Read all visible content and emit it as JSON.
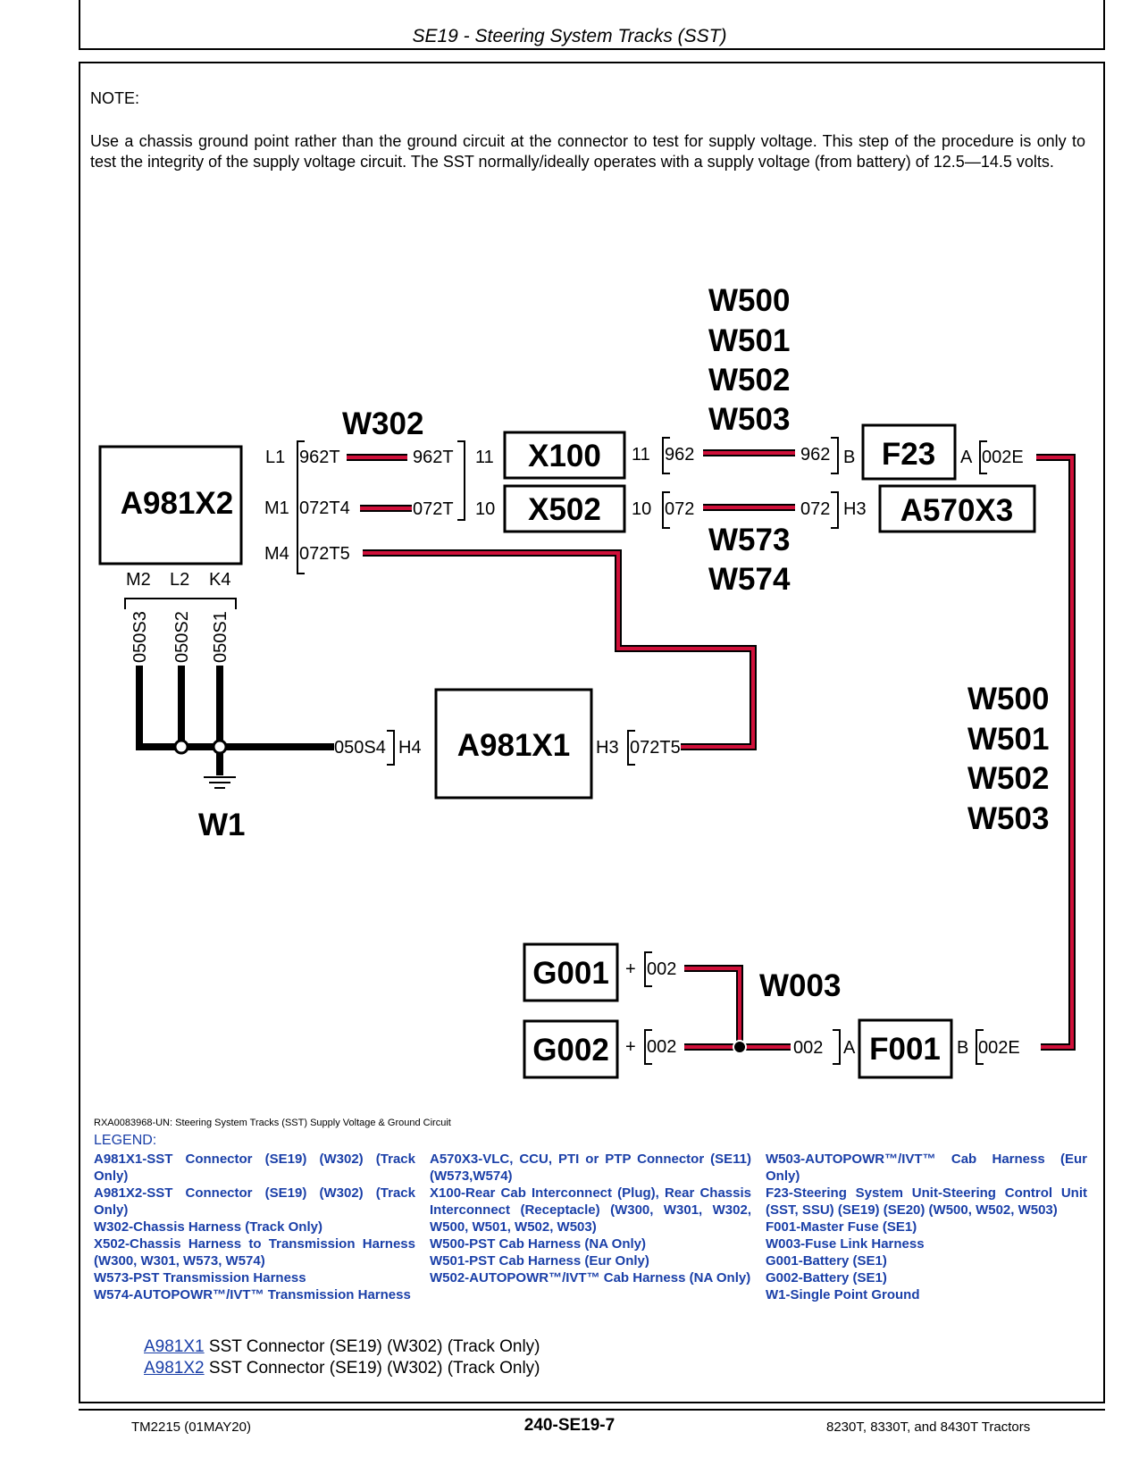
{
  "header": {
    "title": "SE19 - Steering System Tracks (SST)"
  },
  "note": {
    "label": "NOTE:",
    "text": "Use a chassis ground point rather than the ground circuit at the connector to test for supply voltage. This step of the procedure is only to test the integrity of the supply voltage circuit. The SST normally/ideally operates with a supply voltage (from battery) of 12.5—14.5 volts."
  },
  "diagram": {
    "colors": {
      "wire_red": "#d0103a",
      "wire_black": "#000000"
    },
    "components": {
      "a981x2": "A981X2",
      "x100": "X100",
      "x502": "X502",
      "f23": "F23",
      "a570x3": "A570X3",
      "a981x1": "A981X1",
      "g001": "G001",
      "g002": "G002",
      "f001": "F001"
    },
    "harness": {
      "w302": "W302",
      "w500_top": [
        "W500",
        "W501",
        "W502",
        "W503"
      ],
      "w573": [
        "W573",
        "W574"
      ],
      "w500_right": [
        "W500",
        "W501",
        "W502",
        "W503"
      ],
      "w003": "W003",
      "w1": "W1"
    },
    "pins": {
      "a981x2_l1": "L1",
      "a981x2_m1": "M1",
      "a981x2_m4": "M4",
      "a981x2_m2": "M2",
      "a981x2_l2": "L2",
      "a981x2_k4": "K4",
      "x100_11": "11",
      "x502_10": "10",
      "x100_11r": "11",
      "x502_10r": "10",
      "f23_b": "B",
      "f23_a": "A",
      "a570x3_h3": "H3",
      "a981x1_h4": "H4",
      "a981x1_h3": "H3",
      "g001_plus": "+",
      "g002_plus": "+",
      "f001_a": "A",
      "f001_b": "B"
    },
    "wires": {
      "w962t_a": "962T",
      "w962t_b": "962T",
      "w072t4": "072T4",
      "w072t_b": "072T",
      "w072t5": "072T5",
      "w962_a": "962",
      "w962_b": "962",
      "w072_a": "072",
      "w072_b": "072",
      "w002e_a": "002E",
      "w050s3": "050S3",
      "w050s2": "050S2",
      "w050s1": "050S1",
      "w050s4": "050S4",
      "w072t5_b": "072T5",
      "w002_g1": "002",
      "w002_g2": "002",
      "w002_f": "002",
      "w002e_b": "002E"
    }
  },
  "caption": "RXA0083968-UN: Steering System Tracks (SST) Supply Voltage & Ground Circuit",
  "legend": {
    "title": "LEGEND:",
    "col1": [
      "A981X1-SST Connector (SE19) (W302) (Track Only)",
      "A981X2-SST Connector (SE19) (W302) (Track Only)",
      "W302-Chassis Harness (Track Only)",
      "X502-Chassis Harness to Transmission Harness (W300, W301, W573, W574)",
      "W573-PST Transmission Harness",
      "W574-AUTOPOWR™/IVT™ Transmission Harness"
    ],
    "col2": [
      "A570X3-VLC, CCU, PTI or PTP Connector (SE11) (W573,W574)",
      "X100-Rear Cab Interconnect (Plug), Rear Chassis Interconnect (Receptacle) (W300, W301, W302, W500, W501, W502, W503)",
      "W500-PST Cab Harness (NA Only)",
      "W501-PST Cab Harness (Eur Only)",
      "W502-AUTOPOWR™/IVT™ Cab Harness (NA Only)"
    ],
    "col3": [
      "W503-AUTOPOWR™/IVT™ Cab Harness (Eur Only)",
      "F23-Steering System Unit-Steering Control Unit (SST, SSU) (SE19) (SE20) (W500, W502, W503)",
      "F001-Master Fuse (SE1)",
      "W003-Fuse Link Harness",
      "G001-Battery (SE1)",
      "G002-Battery (SE1)",
      "W1-Single Point Ground"
    ]
  },
  "links": [
    {
      "code": "A981X1",
      "text": " SST Connector (SE19) (W302) (Track Only)"
    },
    {
      "code": "A981X2",
      "text": " SST Connector (SE19) (W302) (Track Only)"
    }
  ],
  "footer": {
    "left": "TM2215 (01MAY20)",
    "center": "240-SE19-7",
    "right": "8230T, 8330T, and 8430T Tractors"
  }
}
